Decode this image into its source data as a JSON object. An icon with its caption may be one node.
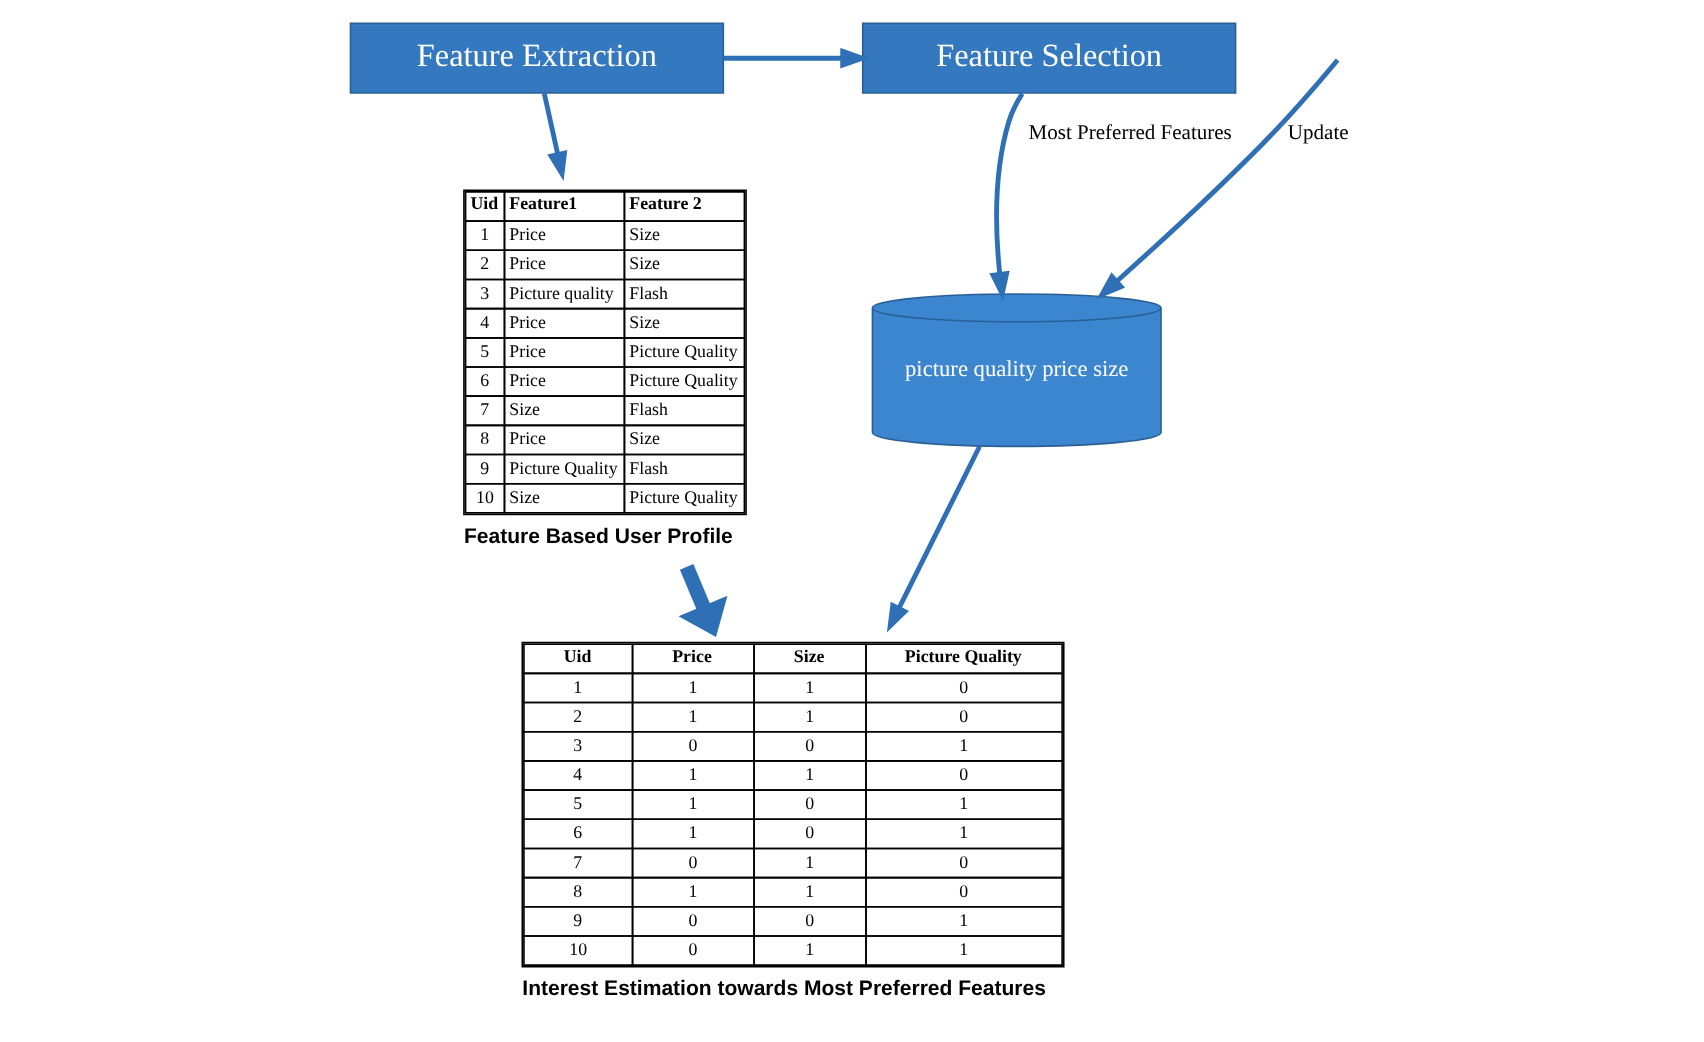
{
  "diagram": {
    "nodes": [
      {
        "text": [
          "Feature Extraction"
        ]
      },
      {
        "text": [
          "Feature Selection"
        ]
      },
      {
        "text": [
          "Uid",
          "Feature1",
          "Feature 2",
          "1",
          "Price",
          "Size",
          "2",
          "Price",
          "Size",
          "3",
          "Picture quality",
          "Flash",
          "4",
          "Price",
          "Size",
          "5",
          "Price",
          "Picture Quality",
          "6",
          "Price",
          "Picture Quality",
          "7",
          "Size",
          "Flash",
          "8",
          "Price",
          "Size",
          "9",
          "Picture Quality",
          "Flash",
          "10",
          "Size",
          "Picture Quality"
        ],
        "beside": [
          "Feature Based User Profile"
        ]
      },
      {
        "text": [
          "picture quality price size"
        ]
      },
      {
        "text": [
          "Uid",
          "Price",
          "Size",
          "Picture Quality",
          "1",
          "1",
          "1",
          "0",
          "2",
          "1",
          "1",
          "0",
          "3",
          "0",
          "0",
          "1",
          "4",
          "1",
          "1",
          "0",
          "5",
          "1",
          "0",
          "1",
          "6",
          "1",
          "0",
          "1",
          "7",
          "0",
          "1",
          "0",
          "8",
          "1",
          "1",
          "0",
          "9",
          "0",
          "0",
          "1",
          "10",
          "0",
          "1",
          "1"
        ],
        "beside": [
          "Interest Estimation towards Most Preferred Features"
        ]
      }
    ],
    "edges": [
      {
        "from": 0,
        "to": 1,
        "arrow": "to"
      },
      {
        "from": 0,
        "to": 2,
        "arrow": "to"
      },
      {
        "from": 1,
        "to": 3,
        "arrow": "to",
        "label": "Most Preferred Features"
      },
      {
        "from": null,
        "to": 3,
        "arrow": "to",
        "label": "Update"
      },
      {
        "from": 3,
        "to": 4,
        "arrow": "to"
      },
      {
        "from": 2,
        "to": 4,
        "arrow": "to",
        "style": "thick"
      }
    ]
  }
}
